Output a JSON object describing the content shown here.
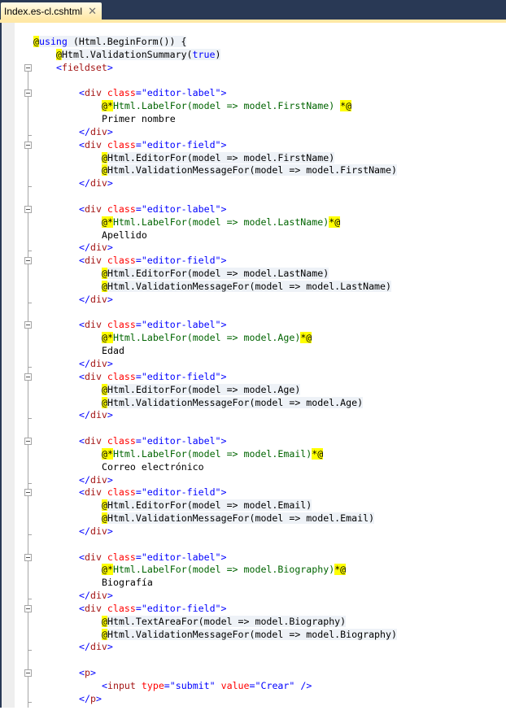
{
  "tab": {
    "title": "Index.es-cl.cshtml",
    "close_icon": "close-icon"
  },
  "colors": {
    "keyword": "#0000ff",
    "tag": "#a31515",
    "attribute": "#ff0000",
    "comment": "#006400",
    "razor_marker": "#ffff00",
    "razor_bg": "#eef2f7",
    "tab_strip": "#293955",
    "active_tab": "#ffe8a6"
  },
  "code": [
    {
      "indent": 0,
      "razor": true,
      "t": [
        [
          "at",
          "@"
        ],
        [
          "kw",
          "using"
        ],
        [
          "txt",
          " (Html.BeginForm()) {"
        ]
      ]
    },
    {
      "indent": 1,
      "razor": true,
      "t": [
        [
          "at",
          "@"
        ],
        [
          "txt",
          "Html.ValidationSummary("
        ],
        [
          "kw",
          "true"
        ],
        [
          "txt",
          ")"
        ]
      ]
    },
    {
      "indent": 1,
      "fold": true,
      "t": [
        [
          "br",
          "<"
        ],
        [
          "tg",
          "fieldset"
        ],
        [
          "br",
          ">"
        ]
      ]
    },
    {
      "indent": 0,
      "t": []
    },
    {
      "indent": 2,
      "fold": true,
      "t": [
        [
          "br",
          "<"
        ],
        [
          "tg",
          "div"
        ],
        [
          "txt",
          " "
        ],
        [
          "attr",
          "class"
        ],
        [
          "br",
          "="
        ],
        [
          "val",
          "\"editor-label\""
        ],
        [
          "br",
          ">"
        ]
      ]
    },
    {
      "indent": 3,
      "t": [
        [
          "at",
          "@*"
        ],
        [
          "cm",
          "Html.LabelFor(model => model.FirstName) "
        ],
        [
          "at",
          "*@"
        ]
      ]
    },
    {
      "indent": 3,
      "t": [
        [
          "txt",
          "Primer nombre"
        ]
      ]
    },
    {
      "indent": 2,
      "close": true,
      "t": [
        [
          "br",
          "</"
        ],
        [
          "tg",
          "div"
        ],
        [
          "br",
          ">"
        ]
      ]
    },
    {
      "indent": 2,
      "fold": true,
      "t": [
        [
          "br",
          "<"
        ],
        [
          "tg",
          "div"
        ],
        [
          "txt",
          " "
        ],
        [
          "attr",
          "class"
        ],
        [
          "br",
          "="
        ],
        [
          "val",
          "\"editor-field\""
        ],
        [
          "br",
          ">"
        ]
      ]
    },
    {
      "indent": 3,
      "razor": true,
      "t": [
        [
          "at",
          "@"
        ],
        [
          "txt",
          "Html.EditorFor(model => model.FirstName)"
        ]
      ]
    },
    {
      "indent": 3,
      "razor": true,
      "t": [
        [
          "at",
          "@"
        ],
        [
          "txt",
          "Html.ValidationMessageFor(model => model.FirstName)"
        ]
      ]
    },
    {
      "indent": 2,
      "close": true,
      "t": [
        [
          "br",
          "</"
        ],
        [
          "tg",
          "div"
        ],
        [
          "br",
          ">"
        ]
      ]
    },
    {
      "indent": 0,
      "t": []
    },
    {
      "indent": 2,
      "fold": true,
      "t": [
        [
          "br",
          "<"
        ],
        [
          "tg",
          "div"
        ],
        [
          "txt",
          " "
        ],
        [
          "attr",
          "class"
        ],
        [
          "br",
          "="
        ],
        [
          "val",
          "\"editor-label\""
        ],
        [
          "br",
          ">"
        ]
      ]
    },
    {
      "indent": 3,
      "t": [
        [
          "at",
          "@*"
        ],
        [
          "cm",
          "Html.LabelFor(model => model.LastName)"
        ],
        [
          "at",
          "*@"
        ]
      ]
    },
    {
      "indent": 3,
      "t": [
        [
          "txt",
          "Apellido"
        ]
      ]
    },
    {
      "indent": 2,
      "close": true,
      "t": [
        [
          "br",
          "</"
        ],
        [
          "tg",
          "div"
        ],
        [
          "br",
          ">"
        ]
      ]
    },
    {
      "indent": 2,
      "fold": true,
      "t": [
        [
          "br",
          "<"
        ],
        [
          "tg",
          "div"
        ],
        [
          "txt",
          " "
        ],
        [
          "attr",
          "class"
        ],
        [
          "br",
          "="
        ],
        [
          "val",
          "\"editor-field\""
        ],
        [
          "br",
          ">"
        ]
      ]
    },
    {
      "indent": 3,
      "razor": true,
      "t": [
        [
          "at",
          "@"
        ],
        [
          "txt",
          "Html.EditorFor(model => model.LastName)"
        ]
      ]
    },
    {
      "indent": 3,
      "razor": true,
      "t": [
        [
          "at",
          "@"
        ],
        [
          "txt",
          "Html.ValidationMessageFor(model => model.LastName)"
        ]
      ]
    },
    {
      "indent": 2,
      "close": true,
      "t": [
        [
          "br",
          "</"
        ],
        [
          "tg",
          "div"
        ],
        [
          "br",
          ">"
        ]
      ]
    },
    {
      "indent": 0,
      "t": []
    },
    {
      "indent": 2,
      "fold": true,
      "t": [
        [
          "br",
          "<"
        ],
        [
          "tg",
          "div"
        ],
        [
          "txt",
          " "
        ],
        [
          "attr",
          "class"
        ],
        [
          "br",
          "="
        ],
        [
          "val",
          "\"editor-label\""
        ],
        [
          "br",
          ">"
        ]
      ]
    },
    {
      "indent": 3,
      "t": [
        [
          "at",
          "@*"
        ],
        [
          "cm",
          "Html.LabelFor(model => model.Age)"
        ],
        [
          "at",
          "*@"
        ]
      ]
    },
    {
      "indent": 3,
      "t": [
        [
          "txt",
          "Edad"
        ]
      ]
    },
    {
      "indent": 2,
      "close": true,
      "t": [
        [
          "br",
          "</"
        ],
        [
          "tg",
          "div"
        ],
        [
          "br",
          ">"
        ]
      ]
    },
    {
      "indent": 2,
      "fold": true,
      "t": [
        [
          "br",
          "<"
        ],
        [
          "tg",
          "div"
        ],
        [
          "txt",
          " "
        ],
        [
          "attr",
          "class"
        ],
        [
          "br",
          "="
        ],
        [
          "val",
          "\"editor-field\""
        ],
        [
          "br",
          ">"
        ]
      ]
    },
    {
      "indent": 3,
      "razor": true,
      "t": [
        [
          "at",
          "@"
        ],
        [
          "txt",
          "Html.EditorFor(model => model.Age)"
        ]
      ]
    },
    {
      "indent": 3,
      "razor": true,
      "t": [
        [
          "at",
          "@"
        ],
        [
          "txt",
          "Html.ValidationMessageFor(model => model.Age)"
        ]
      ]
    },
    {
      "indent": 2,
      "close": true,
      "t": [
        [
          "br",
          "</"
        ],
        [
          "tg",
          "div"
        ],
        [
          "br",
          ">"
        ]
      ]
    },
    {
      "indent": 0,
      "t": []
    },
    {
      "indent": 2,
      "fold": true,
      "t": [
        [
          "br",
          "<"
        ],
        [
          "tg",
          "div"
        ],
        [
          "txt",
          " "
        ],
        [
          "attr",
          "class"
        ],
        [
          "br",
          "="
        ],
        [
          "val",
          "\"editor-label\""
        ],
        [
          "br",
          ">"
        ]
      ]
    },
    {
      "indent": 3,
      "t": [
        [
          "at",
          "@*"
        ],
        [
          "cm",
          "Html.LabelFor(model => model.Email)"
        ],
        [
          "at",
          "*@"
        ]
      ]
    },
    {
      "indent": 3,
      "t": [
        [
          "txt",
          "Correo electrónico"
        ]
      ]
    },
    {
      "indent": 2,
      "close": true,
      "t": [
        [
          "br",
          "</"
        ],
        [
          "tg",
          "div"
        ],
        [
          "br",
          ">"
        ]
      ]
    },
    {
      "indent": 2,
      "fold": true,
      "t": [
        [
          "br",
          "<"
        ],
        [
          "tg",
          "div"
        ],
        [
          "txt",
          " "
        ],
        [
          "attr",
          "class"
        ],
        [
          "br",
          "="
        ],
        [
          "val",
          "\"editor-field\""
        ],
        [
          "br",
          ">"
        ]
      ]
    },
    {
      "indent": 3,
      "razor": true,
      "t": [
        [
          "at",
          "@"
        ],
        [
          "txt",
          "Html.EditorFor(model => model.Email)"
        ]
      ]
    },
    {
      "indent": 3,
      "razor": true,
      "t": [
        [
          "at",
          "@"
        ],
        [
          "txt",
          "Html.ValidationMessageFor(model => model.Email)"
        ]
      ]
    },
    {
      "indent": 2,
      "close": true,
      "t": [
        [
          "br",
          "</"
        ],
        [
          "tg",
          "div"
        ],
        [
          "br",
          ">"
        ]
      ]
    },
    {
      "indent": 0,
      "t": []
    },
    {
      "indent": 2,
      "fold": true,
      "t": [
        [
          "br",
          "<"
        ],
        [
          "tg",
          "div"
        ],
        [
          "txt",
          " "
        ],
        [
          "attr",
          "class"
        ],
        [
          "br",
          "="
        ],
        [
          "val",
          "\"editor-label\""
        ],
        [
          "br",
          ">"
        ]
      ]
    },
    {
      "indent": 3,
      "t": [
        [
          "at",
          "@*"
        ],
        [
          "cm",
          "Html.LabelFor(model => model.Biography)"
        ],
        [
          "at",
          "*@"
        ]
      ]
    },
    {
      "indent": 3,
      "t": [
        [
          "txt",
          "Biografía"
        ]
      ]
    },
    {
      "indent": 2,
      "close": true,
      "t": [
        [
          "br",
          "</"
        ],
        [
          "tg",
          "div"
        ],
        [
          "br",
          ">"
        ]
      ]
    },
    {
      "indent": 2,
      "fold": true,
      "t": [
        [
          "br",
          "<"
        ],
        [
          "tg",
          "div"
        ],
        [
          "txt",
          " "
        ],
        [
          "attr",
          "class"
        ],
        [
          "br",
          "="
        ],
        [
          "val",
          "\"editor-field\""
        ],
        [
          "br",
          ">"
        ]
      ]
    },
    {
      "indent": 3,
      "razor": true,
      "t": [
        [
          "at",
          "@"
        ],
        [
          "txt",
          "Html.TextAreaFor(model => model.Biography)"
        ]
      ]
    },
    {
      "indent": 3,
      "razor": true,
      "t": [
        [
          "at",
          "@"
        ],
        [
          "txt",
          "Html.ValidationMessageFor(model => model.Biography)"
        ]
      ]
    },
    {
      "indent": 2,
      "close": true,
      "t": [
        [
          "br",
          "</"
        ],
        [
          "tg",
          "div"
        ],
        [
          "br",
          ">"
        ]
      ]
    },
    {
      "indent": 0,
      "t": []
    },
    {
      "indent": 2,
      "fold": true,
      "t": [
        [
          "br",
          "<"
        ],
        [
          "tg",
          "p"
        ],
        [
          "br",
          ">"
        ]
      ]
    },
    {
      "indent": 3,
      "t": [
        [
          "br",
          "<"
        ],
        [
          "tg",
          "input"
        ],
        [
          "txt",
          " "
        ],
        [
          "attr",
          "type"
        ],
        [
          "br",
          "="
        ],
        [
          "val",
          "\"submit\""
        ],
        [
          "txt",
          " "
        ],
        [
          "attr",
          "value"
        ],
        [
          "br",
          "="
        ],
        [
          "val",
          "\"Crear\""
        ],
        [
          "txt",
          " "
        ],
        [
          "br",
          "/>"
        ]
      ]
    },
    {
      "indent": 2,
      "close": true,
      "t": [
        [
          "br",
          "</"
        ],
        [
          "tg",
          "p"
        ],
        [
          "br",
          ">"
        ]
      ]
    }
  ]
}
